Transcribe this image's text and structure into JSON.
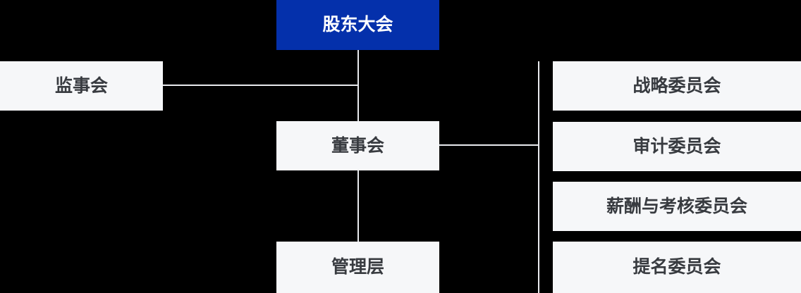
{
  "org_chart": {
    "nodes": {
      "shareholders": {
        "label": "股东大会",
        "emphasis": "primary"
      },
      "supervisors": {
        "label": "监事会",
        "emphasis": "normal"
      },
      "board": {
        "label": "董事会",
        "emphasis": "normal"
      },
      "management": {
        "label": "管理层",
        "emphasis": "normal"
      },
      "strategy": {
        "label": "战略委员会",
        "emphasis": "normal"
      },
      "audit": {
        "label": "审计委员会",
        "emphasis": "normal"
      },
      "compensation": {
        "label": "薪酬与考核委员会",
        "emphasis": "normal"
      },
      "nomination": {
        "label": "提名委员会",
        "emphasis": "normal"
      }
    },
    "edges": [
      {
        "from": "股东大会",
        "to": "董事会"
      },
      {
        "from": "股东大会",
        "to": "监事会"
      },
      {
        "from": "董事会",
        "to": "管理层"
      },
      {
        "from": "董事会",
        "to": "战略委员会"
      },
      {
        "from": "董事会",
        "to": "审计委员会"
      },
      {
        "from": "董事会",
        "to": "薪酬与考核委员会"
      },
      {
        "from": "董事会",
        "to": "提名委员会"
      }
    ],
    "colors": {
      "background": "#000000",
      "primary_node_bg": "#0430ab",
      "primary_node_text": "#ffffff",
      "node_bg": "#f6f7f9",
      "node_text": "#383b40",
      "connector": "#e9eaee"
    }
  }
}
